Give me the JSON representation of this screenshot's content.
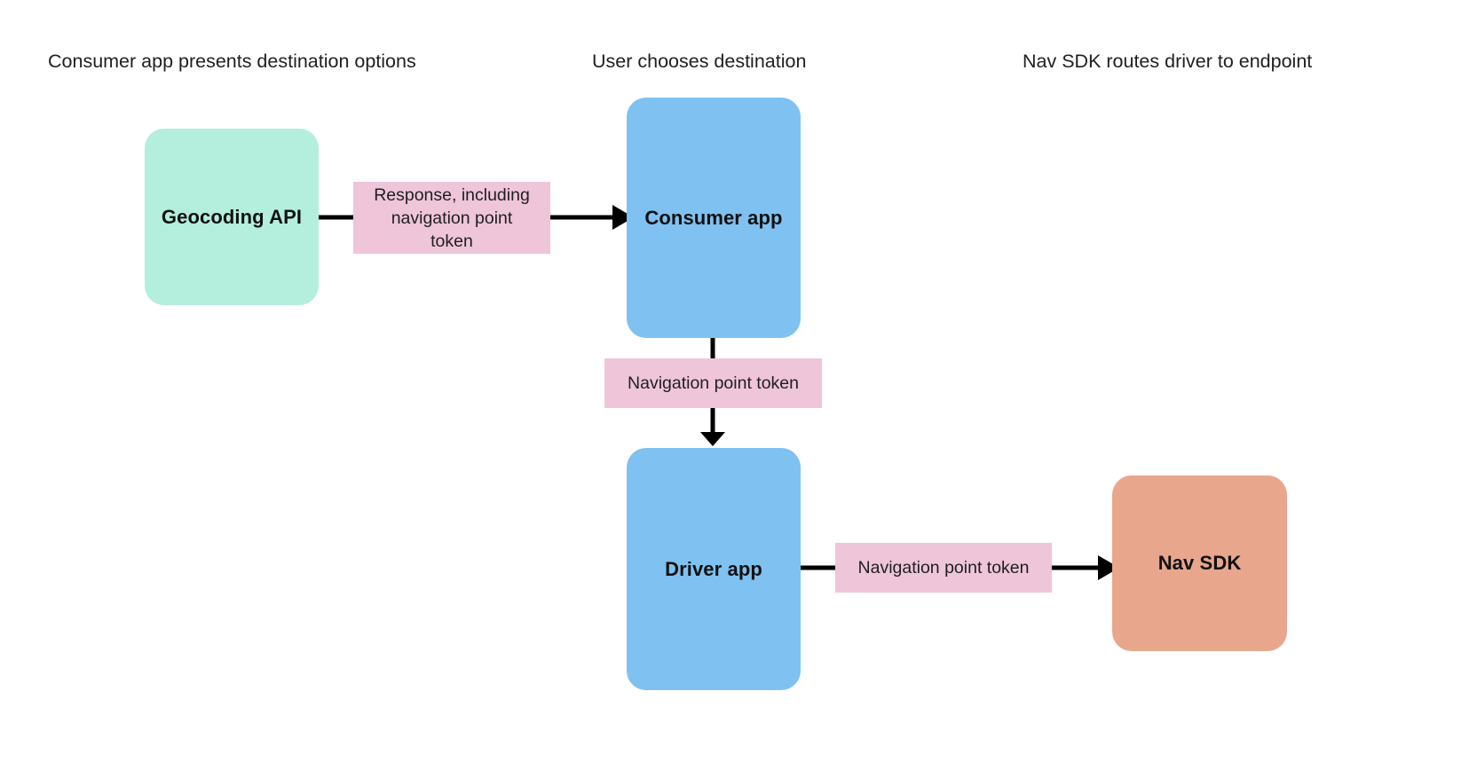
{
  "diagram": {
    "title_not_shown": false,
    "background": "#ffffff",
    "columns": [
      {
        "id": "consumer-app-column",
        "label": "Consumer app presents destination options"
      },
      {
        "id": "user-choice-column",
        "label": "User chooses destination"
      },
      {
        "id": "nav-sdk-column",
        "label": "Nav SDK routes driver to endpoint"
      }
    ],
    "nodes": [
      {
        "id": "geocoding-api",
        "label": "Geocoding API",
        "fill": "#b3efdc",
        "text_color": "#111111"
      },
      {
        "id": "consumer-app",
        "label": "Consumer app",
        "fill": "#7fc1f0",
        "text_color": "#111111"
      },
      {
        "id": "driver-app",
        "label": "Driver app",
        "fill": "#7fc1f0",
        "text_color": "#111111"
      },
      {
        "id": "nav-sdk",
        "label": "Nav SDK",
        "fill": "#e8a68d",
        "text_color": "#111111"
      }
    ],
    "edges": [
      {
        "id": "geocoding-to-consumer",
        "from": "geocoding-api",
        "to": "consumer-app",
        "direction": "right",
        "label_lines": [
          "Response, including",
          "navigation point",
          "token"
        ],
        "label_fill": "#efc5da",
        "stroke": "#000000"
      },
      {
        "id": "consumer-to-driver",
        "from": "consumer-app",
        "to": "driver-app",
        "direction": "down",
        "label_lines": [
          "Navigation point token"
        ],
        "label_fill": "#efc5da",
        "stroke": "#000000"
      },
      {
        "id": "driver-to-navsdk",
        "from": "driver-app",
        "to": "nav-sdk",
        "direction": "right",
        "label_lines": [
          "Navigation point token"
        ],
        "label_fill": "#efc5da",
        "stroke": "#000000"
      }
    ],
    "colors": {
      "mint": "#b3efdc",
      "blue": "#7fc1f0",
      "pink": "#efc5da",
      "salmon": "#e8a68d",
      "stroke": "#000000",
      "text": "#1f1f1f"
    }
  }
}
